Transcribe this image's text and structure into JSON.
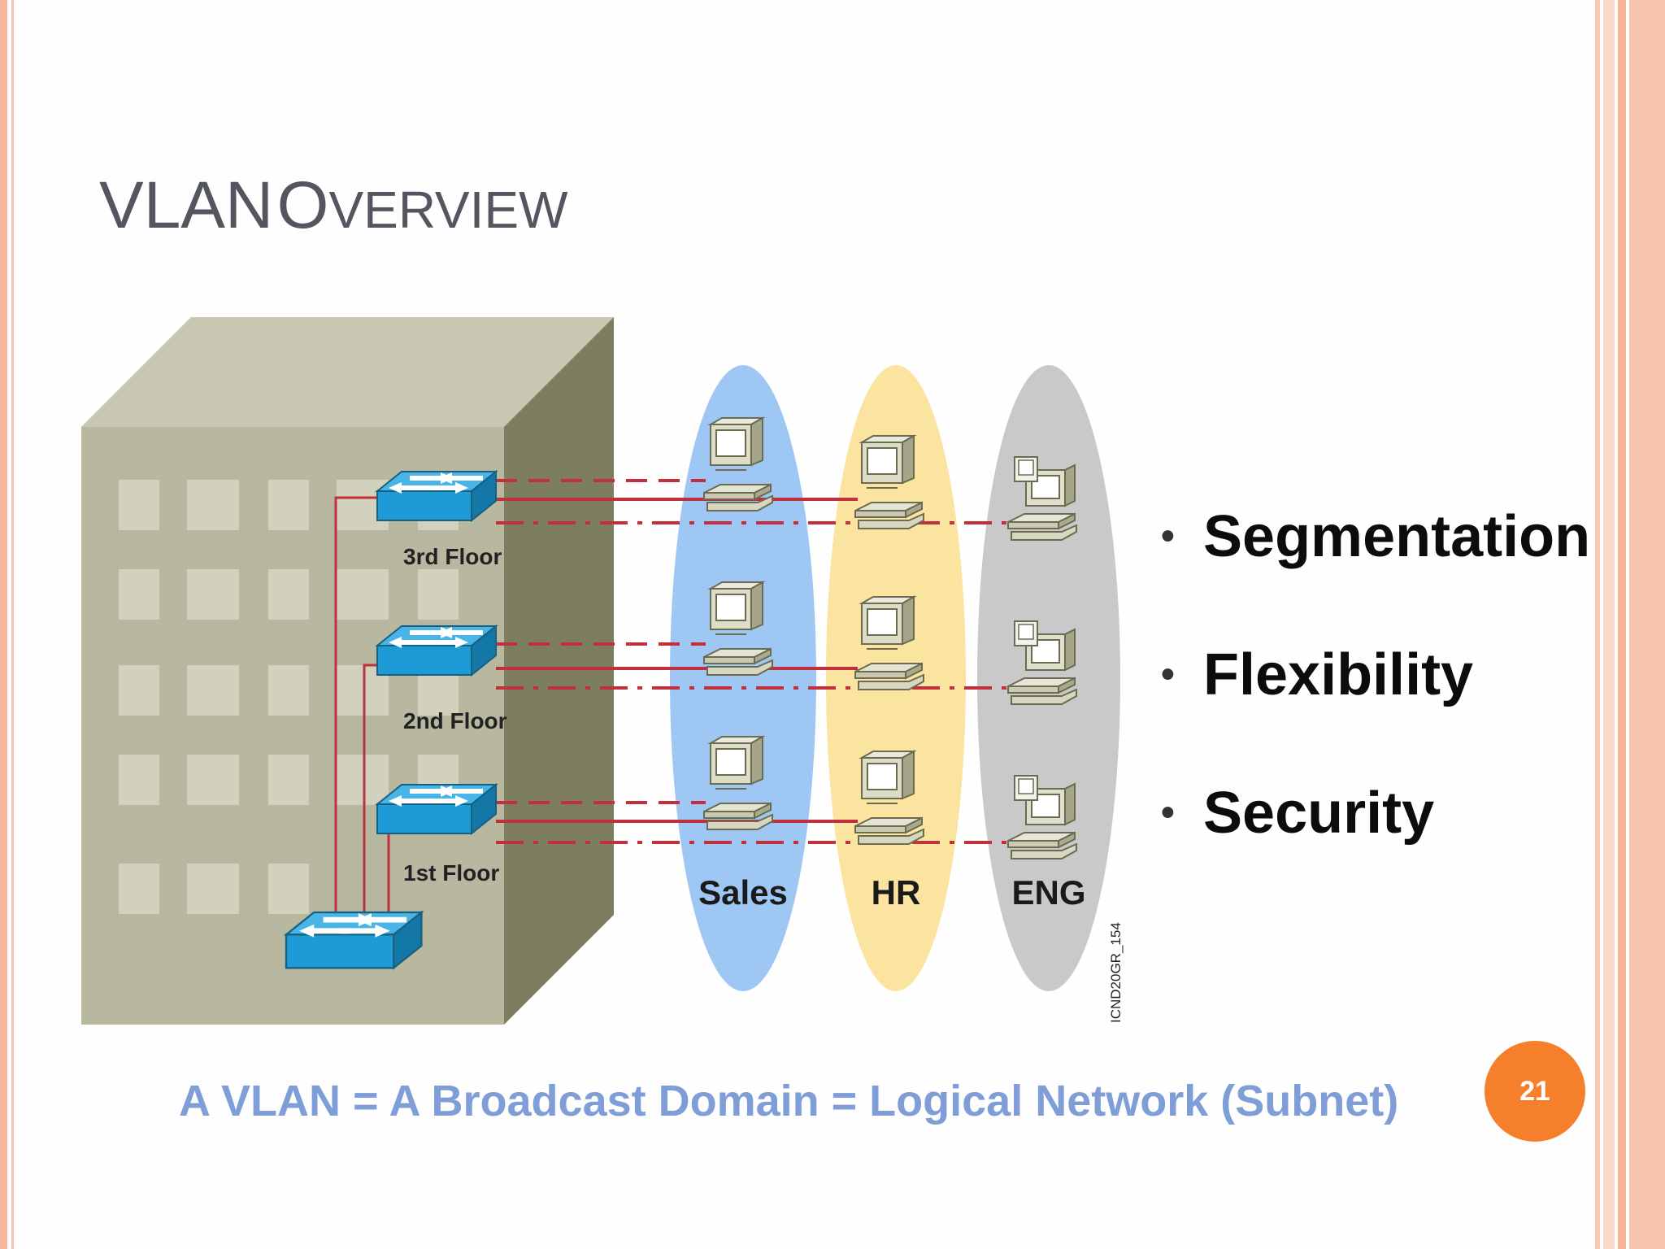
{
  "slide": {
    "title": {
      "first": "VLAN",
      "cap": "O",
      "rest": "VERVIEW"
    },
    "bullets": [
      "Segmentation",
      "Flexibility",
      "Security"
    ],
    "caption": "A VLAN = A Broadcast Domain = Logical Network (Subnet)",
    "page_number": "21"
  },
  "diagram": {
    "floors": [
      "3rd Floor",
      "2nd Floor",
      "1st Floor"
    ],
    "groups": [
      {
        "label": "Sales",
        "color": "#9ec8f3"
      },
      {
        "label": "HR",
        "color": "#fbe3a0"
      },
      {
        "label": "ENG",
        "color": "#c9c9ca"
      }
    ],
    "figure_code": "ICND20GR_154",
    "colors": {
      "link": "#c0303d",
      "switch": "#1e9ad6",
      "building_front": "#b8b7a0",
      "building_side": "#7d7d60",
      "building_top": "#c8c7b3"
    }
  }
}
